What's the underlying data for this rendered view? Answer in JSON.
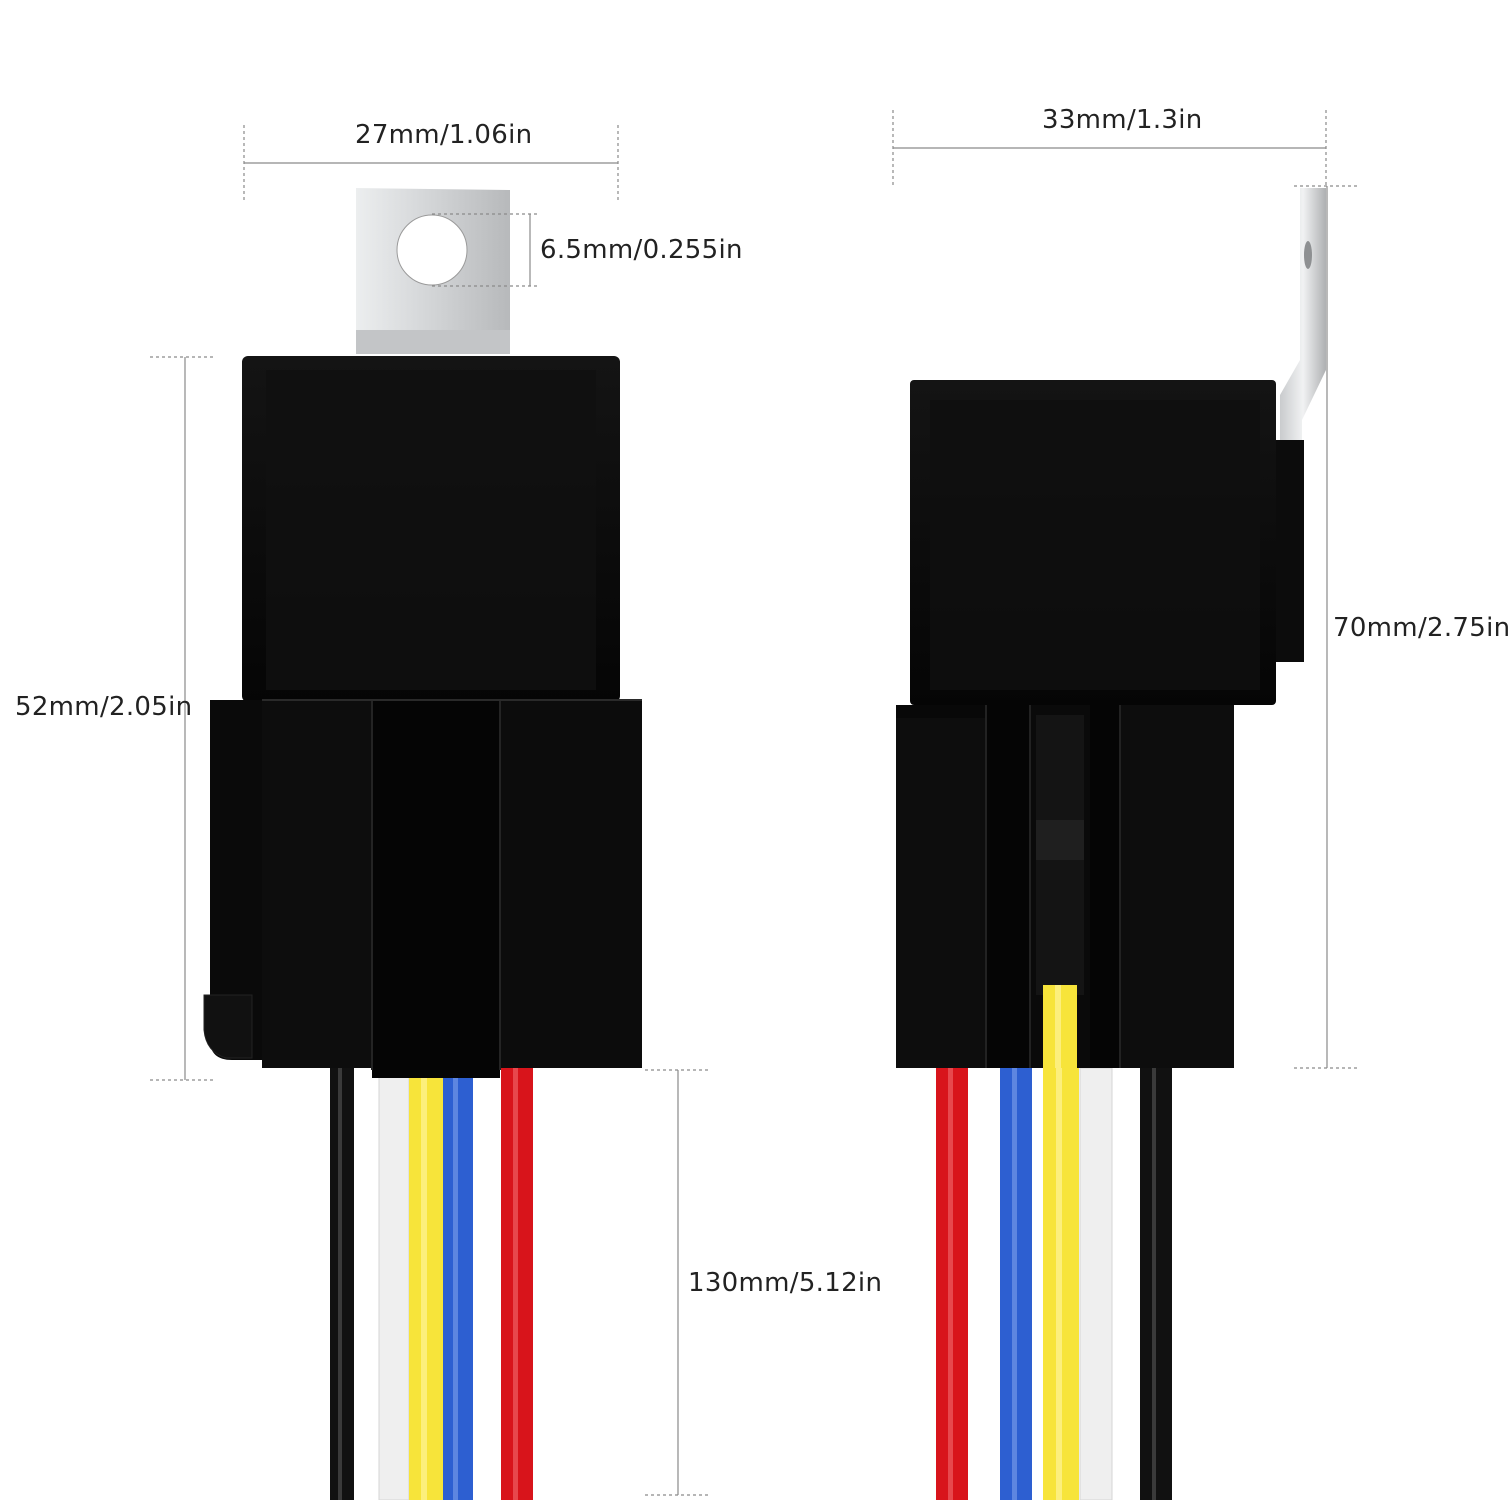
{
  "dimensions": {
    "front_width": "27mm/1.06in",
    "hole_diameter": "6.5mm/0.255in",
    "front_height": "52mm/2.05in",
    "wire_length": "130mm/5.12in",
    "side_width": "33mm/1.3in",
    "side_height": "70mm/2.75in"
  },
  "colors": {
    "body": "#0b0b0b",
    "bracket": "#d2d4d6",
    "dimension_line": "#8a8a8a",
    "wire_black": "#111111",
    "wire_white": "#f2f2f2",
    "wire_yellow": "#f7e43a",
    "wire_blue": "#2d5fd1",
    "wire_red": "#d8141b"
  },
  "wires": {
    "front_view": [
      "black",
      "white",
      "yellow",
      "blue",
      "red"
    ],
    "side_view": [
      "red",
      "blue",
      "yellow",
      "white",
      "black"
    ]
  }
}
